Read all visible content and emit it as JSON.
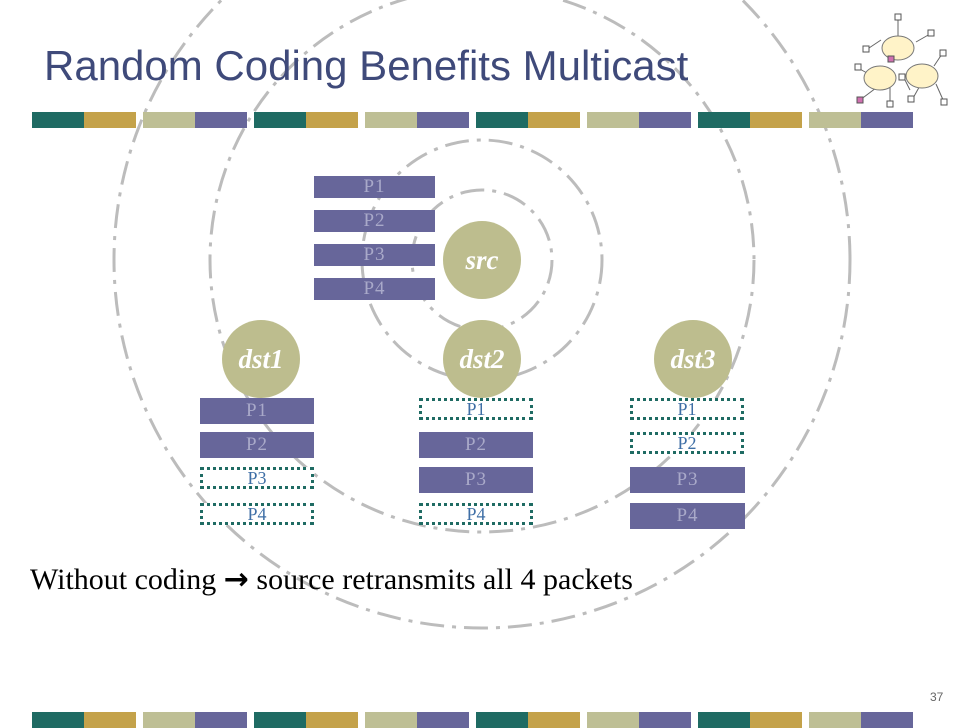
{
  "slide": {
    "title": "Random Coding Benefits Multicast",
    "caption_before": "Without coding",
    "caption_arrow": "→",
    "caption_after": "source retransmits all 4 packets",
    "page_number": "37"
  },
  "colors": {
    "title": "#3f4a7a",
    "stripe_teal": "#1f6b63",
    "stripe_gold": "#c4a24a",
    "stripe_olive": "#bebf95",
    "stripe_purple": "#67669a",
    "node_fill": "#bdbd8e",
    "packet_fill": "#67669a",
    "packet_outline": "#1f6b63"
  },
  "nodes": {
    "src": "src",
    "dst1": "dst1",
    "dst2": "dst2",
    "dst3": "dst3"
  },
  "packets": {
    "src": [
      "P1",
      "P2",
      "P3",
      "P4"
    ],
    "dst1": [
      {
        "label": "P1",
        "received": true
      },
      {
        "label": "P2",
        "received": true
      },
      {
        "label": "P3",
        "received": false
      },
      {
        "label": "P4",
        "received": false
      }
    ],
    "dst2": [
      {
        "label": "P1",
        "received": false
      },
      {
        "label": "P2",
        "received": true
      },
      {
        "label": "P3",
        "received": true
      },
      {
        "label": "P4",
        "received": false
      }
    ],
    "dst3": [
      {
        "label": "P1",
        "received": false
      },
      {
        "label": "P2",
        "received": false
      },
      {
        "label": "P3",
        "received": true
      },
      {
        "label": "P4",
        "received": true
      }
    ]
  }
}
